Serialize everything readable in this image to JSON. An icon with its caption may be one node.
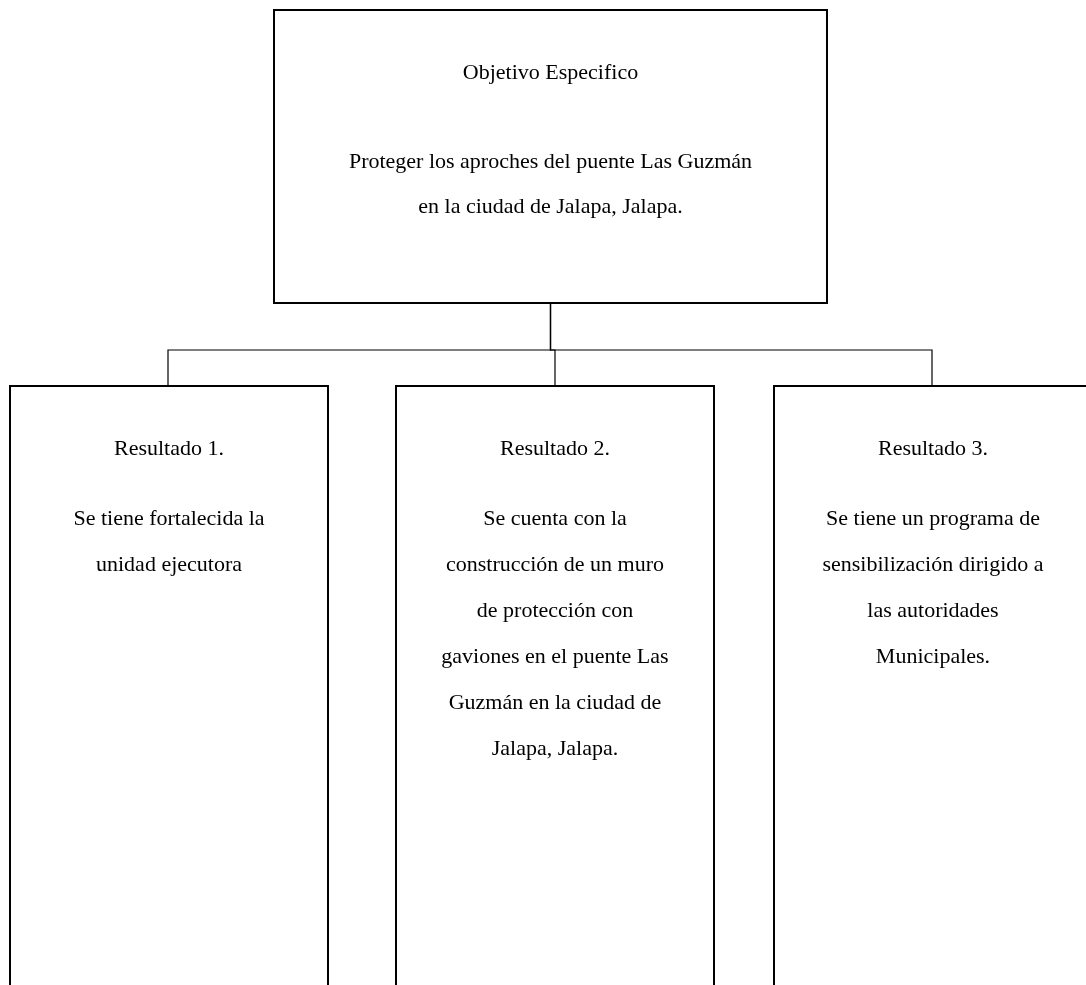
{
  "diagram": {
    "nodes": [
      {
        "text": [
          "Objetivo Especifico",
          "Proteger los aproches del puente Las Guzmán en la ciudad de Jalapa, Jalapa."
        ]
      },
      {
        "text": [
          "Resultado 1.",
          "Se tiene fortalecida la unidad ejecutora"
        ]
      },
      {
        "text": [
          "Resultado 2.",
          "Se cuenta con la construcción de un muro de protección con gaviones en el puente Las Guzmán en la ciudad de Jalapa, Jalapa."
        ]
      },
      {
        "text": [
          "Resultado 3.",
          "Se tiene un programa de sensibilización dirigido a las autoridades Municipales."
        ]
      }
    ],
    "edges": [
      {
        "from": 0,
        "to": 1,
        "arrow": "none"
      },
      {
        "from": 0,
        "to": 2,
        "arrow": "none"
      },
      {
        "from": 0,
        "to": 3,
        "arrow": "none"
      }
    ]
  }
}
